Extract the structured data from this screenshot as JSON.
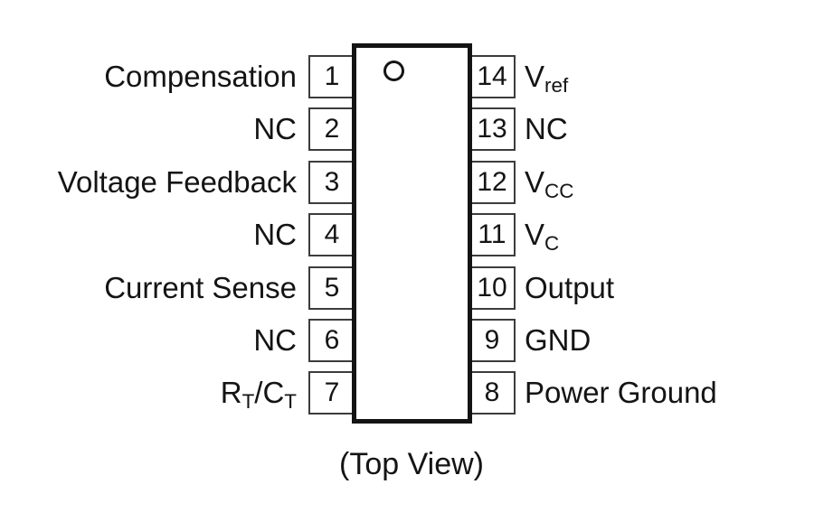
{
  "colors": {
    "ink": "#141414",
    "pin_box_border": "#3c3c3c",
    "background": "#ffffff"
  },
  "diagram": {
    "caption": "(Top View)",
    "pins_left": [
      {
        "number": "1",
        "label_parts": [
          {
            "text": "Compensation"
          }
        ]
      },
      {
        "number": "2",
        "label_parts": [
          {
            "text": "NC"
          }
        ]
      },
      {
        "number": "3",
        "label_parts": [
          {
            "text": "Voltage Feedback"
          }
        ]
      },
      {
        "number": "4",
        "label_parts": [
          {
            "text": "NC"
          }
        ]
      },
      {
        "number": "5",
        "label_parts": [
          {
            "text": "Current Sense"
          }
        ]
      },
      {
        "number": "6",
        "label_parts": [
          {
            "text": "NC"
          }
        ]
      },
      {
        "number": "7",
        "label_parts": [
          {
            "text": "R"
          },
          {
            "text": "T",
            "sub": true
          },
          {
            "text": "/C"
          },
          {
            "text": "T",
            "sub": true
          }
        ]
      }
    ],
    "pins_right": [
      {
        "number": "14",
        "label_parts": [
          {
            "text": "V"
          },
          {
            "text": "ref",
            "sub": true
          }
        ]
      },
      {
        "number": "13",
        "label_parts": [
          {
            "text": "NC"
          }
        ]
      },
      {
        "number": "12",
        "label_parts": [
          {
            "text": "V"
          },
          {
            "text": "CC",
            "sub": true
          }
        ]
      },
      {
        "number": "11",
        "label_parts": [
          {
            "text": "V"
          },
          {
            "text": "C",
            "sub": true
          }
        ]
      },
      {
        "number": "10",
        "label_parts": [
          {
            "text": "Output"
          }
        ]
      },
      {
        "number": "9",
        "label_parts": [
          {
            "text": "GND"
          }
        ]
      },
      {
        "number": "8",
        "label_parts": [
          {
            "text": "Power Ground"
          }
        ]
      }
    ]
  }
}
